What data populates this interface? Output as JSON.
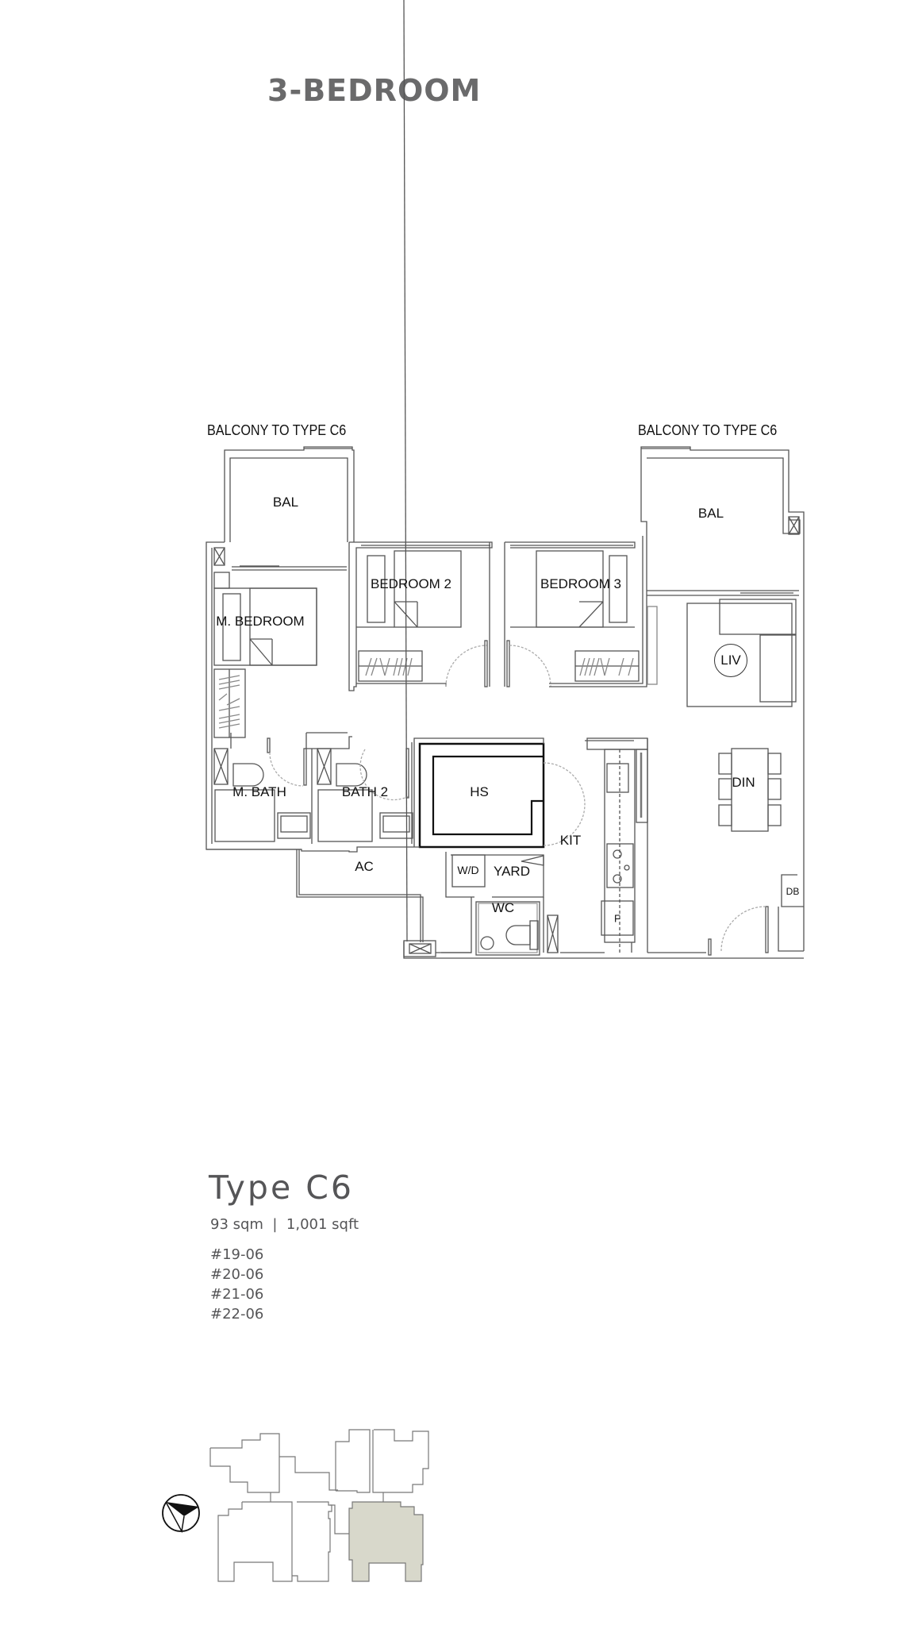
{
  "header": {
    "title": "3-BEDROOM"
  },
  "plan": {
    "balcony_captions": {
      "left": "BALCONY TO TYPE C6",
      "right": "BALCONY TO TYPE C6"
    },
    "rooms": {
      "bal_left": "BAL",
      "bal_right": "BAL",
      "master_bedroom": "M. BEDROOM",
      "bedroom_2": "BEDROOM 2",
      "bedroom_3": "BEDROOM 3",
      "living": "LIV",
      "dining": "DIN",
      "master_bath": "M. BATH",
      "bath_2": "BATH 2",
      "household_shelter": "HS",
      "kitchen": "KIT",
      "aircon_ledge": "AC",
      "washer_dryer": "W/D",
      "yard": "YARD",
      "wc": "WC",
      "fridge": "F",
      "distribution_board": "DB"
    }
  },
  "unit": {
    "type_name": "Type C6",
    "area": "93 sqm  |  1,001 sqft",
    "unit_numbers": [
      "#19-06",
      "#20-06",
      "#21-06",
      "#22-06"
    ]
  },
  "key_plan": {
    "highlight_color": "#d8d8cb",
    "compass": "north-arrow-icon"
  }
}
